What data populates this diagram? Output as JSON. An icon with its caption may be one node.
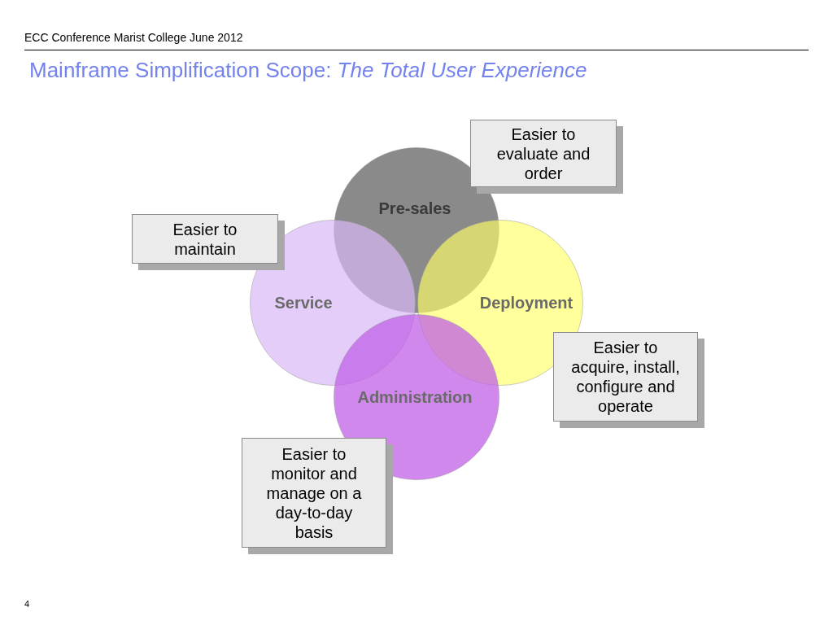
{
  "diagram": {
    "title": "Mainframe Simplification Scope: *The Total User Experience*",
    "nodes": [
      {
        "text": [
          "Pre-sales"
        ]
      },
      {
        "text": [
          "Service"
        ]
      },
      {
        "text": [
          "Deployment"
        ]
      },
      {
        "text": [
          "Administration"
        ]
      },
      {
        "text": [
          "Easier to evaluate and order"
        ]
      },
      {
        "text": [
          "Easier to maintain"
        ]
      },
      {
        "text": [
          "Easier to acquire, install, configure and operate"
        ]
      },
      {
        "text": [
          "Easier to monitor and manage on a day-to-day basis"
        ]
      }
    ],
    "edges": [],
    "labels": [
      "ECC Conference Marist College June 2012",
      "4"
    ]
  }
}
